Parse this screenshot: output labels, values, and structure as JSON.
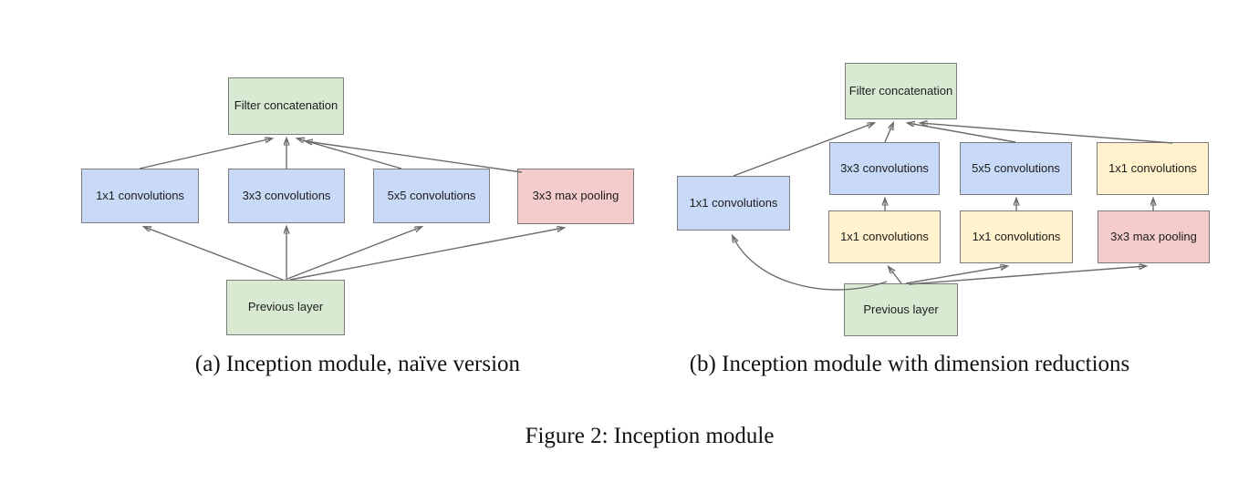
{
  "figure": {
    "caption": "Figure 2: Inception module",
    "subfigures": [
      {
        "caption": "(a) Inception module, naïve version",
        "nodes": [
          {
            "label": "Filter concatenation",
            "color": "green"
          },
          {
            "label": "1x1 convolutions",
            "color": "blue"
          },
          {
            "label": "3x3 convolutions",
            "color": "blue"
          },
          {
            "label": "5x5 convolutions",
            "color": "blue"
          },
          {
            "label": "3x3 max pooling",
            "color": "red"
          },
          {
            "label": "Previous layer",
            "color": "green"
          }
        ]
      },
      {
        "caption": "(b) Inception module with dimension reductions",
        "nodes": [
          {
            "label": "Filter concatenation",
            "color": "green"
          },
          {
            "label": "1x1 convolutions",
            "color": "blue"
          },
          {
            "label": "3x3 convolutions",
            "color": "blue"
          },
          {
            "label": "5x5 convolutions",
            "color": "blue"
          },
          {
            "label": "1x1 convolutions",
            "color": "yellow"
          },
          {
            "label": "1x1 convolutions",
            "color": "yellow"
          },
          {
            "label": "1x1 convolutions",
            "color": "yellow"
          },
          {
            "label": "3x3 max pooling",
            "color": "red"
          },
          {
            "label": "Previous layer",
            "color": "green"
          }
        ]
      }
    ]
  },
  "palette": {
    "green": "#d9ead3",
    "blue": "#c9daf8",
    "yellow": "#fff2cc",
    "red": "#f4cccc",
    "box_border": "#7b7b7b",
    "arrow": "#6b6b6b",
    "text": "#1c1c1c"
  }
}
